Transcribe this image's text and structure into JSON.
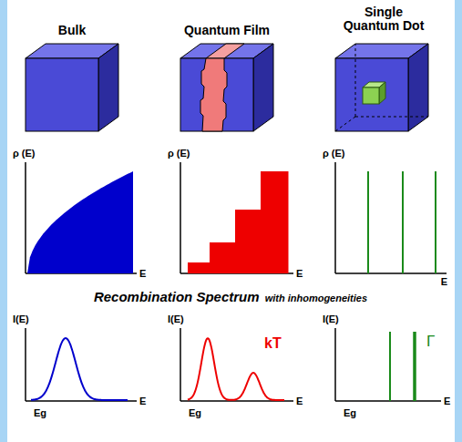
{
  "diagram": {
    "labels": [
      "Bulk",
      "Quantum Film",
      "Single Quantum Dot",
      "ρ (E)",
      "E",
      "ρ (E)",
      "E",
      "ρ (E)",
      "E",
      "Recombination Spectrum",
      "with inhomogeneities",
      "I(E)",
      "E",
      "Eg",
      "I(E)",
      "E",
      "Eg",
      "kT",
      "I(E)",
      "E",
      "Eg",
      "Γ"
    ]
  }
}
